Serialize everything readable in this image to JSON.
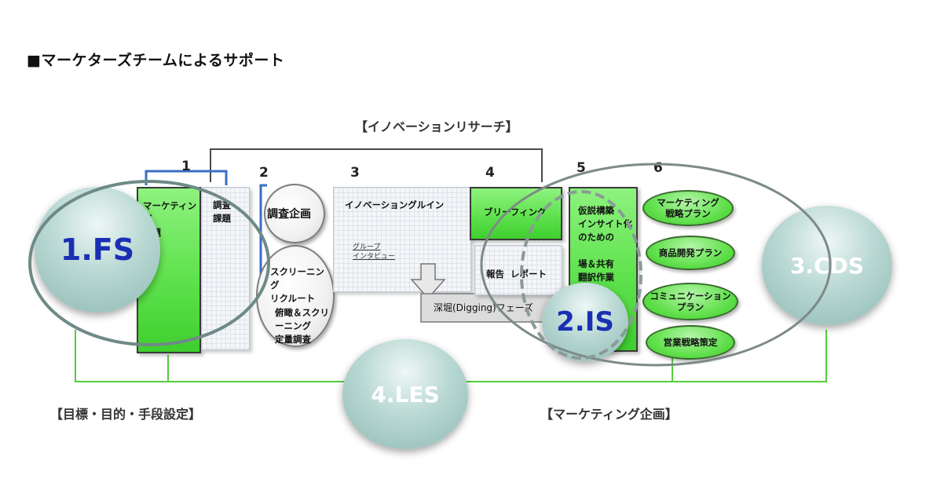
{
  "title": "■マーケターズチームによるサポート",
  "brackets": {
    "innovation_research": "【イノベーションリサーチ】",
    "goals": "【目標・目的・手段設定】",
    "marketing_plan": "【マーケティング企画】"
  },
  "step_numbers": [
    "1",
    "2",
    "3",
    "4",
    "5",
    "6"
  ],
  "step1": {
    "green_box": "マーケティング\n課題",
    "grid_box": "調査\n課題"
  },
  "step2": {
    "plan": "調査企画",
    "recruit": "スクリーニング\nリクルート",
    "survey": "俯瞰＆スクリーニング\n定量調査"
  },
  "step3": {
    "group_line": "イノベーショングルイン",
    "interview": "グループ\nインタビュー",
    "digging": "深堀(Digging)フェーズ"
  },
  "step4": {
    "briefing": "ブリーフィング",
    "report": "報告  レポート"
  },
  "step5": {
    "hypothesis": "仮説構築\nインサイト化\nのための\n\n場＆共有\n翻訳作業"
  },
  "step6": {
    "items": [
      "マーケティング\n戦略プラン",
      "商品開発プラン",
      "コミュニケーション\nプラン",
      "営業戦略策定"
    ]
  },
  "orbs": {
    "fs": "1.FS",
    "is": "2.IS",
    "cds": "3.CDS",
    "les": "4.LES"
  },
  "colors": {
    "accent_green": "#4fd83a",
    "orb_teal": "#a9ccc7",
    "label_blue": "#1a2fb3",
    "line_green": "#55cc3c",
    "bracket_blue": "#3a6ec5"
  }
}
